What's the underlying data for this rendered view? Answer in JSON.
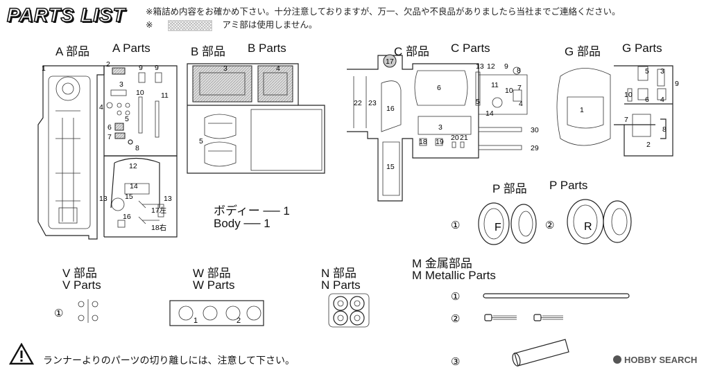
{
  "header": {
    "title": "PARTS LIST",
    "note1": "※箱詰め内容をお確かめ下さい。十分注意しておりますが、万一、欠品や不良品がありましたら当社までご連絡ください。",
    "note2_prefix": "※",
    "note2_text": "アミ部は使用しません。"
  },
  "sections": {
    "a": {
      "jp": "A 部品",
      "en": "A Parts",
      "labels": [
        "1",
        "2",
        "3",
        "4",
        "5",
        "6",
        "7",
        "8",
        "9",
        "9",
        "10",
        "11",
        "12",
        "13",
        "13",
        "14",
        "15",
        "16",
        "17左",
        "18右"
      ]
    },
    "b": {
      "jp": "B 部品",
      "en": "B Parts",
      "labels": [
        "3",
        "4",
        "5"
      ]
    },
    "c": {
      "jp": "C 部品",
      "en": "C Parts",
      "labels": [
        "17",
        "22",
        "23",
        "16",
        "15",
        "6",
        "13",
        "12",
        "9",
        "8",
        "11",
        "10",
        "7",
        "5",
        "4",
        "14",
        "3",
        "18",
        "19",
        "20",
        "21",
        "30",
        "29"
      ]
    },
    "g": {
      "jp": "G 部品",
      "en": "G Parts",
      "labels": [
        "5",
        "3",
        "9",
        "10",
        "6",
        "4",
        "1",
        "7",
        "8",
        "2"
      ]
    },
    "p": {
      "jp": "P 部品",
      "en": "P Parts",
      "items": [
        "①",
        "F",
        "②",
        "R"
      ]
    },
    "v": {
      "jp": "V 部品",
      "en": "V Parts",
      "item": "①"
    },
    "w": {
      "jp": "W 部品",
      "en": "W Parts",
      "labels": [
        "1",
        "2"
      ]
    },
    "n": {
      "jp": "N 部品",
      "en": "N Parts"
    },
    "m": {
      "jp": "M 金属部品",
      "en": "M Metallic Parts",
      "items": [
        "①",
        "②",
        "③"
      ]
    }
  },
  "body_part": {
    "jp": "ボディー",
    "jp_qty": "1",
    "en": "Body",
    "en_qty": "1"
  },
  "warning": {
    "text": "ランナーよりのパーツの切り離しには、注意して下さい。"
  },
  "watermark": {
    "text": "HOBBY SEARCH"
  }
}
